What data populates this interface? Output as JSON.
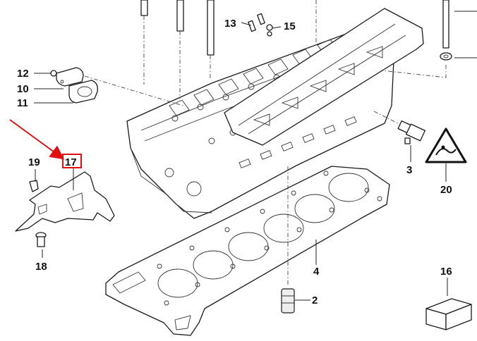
{
  "diagram": {
    "callouts": {
      "c2": "2",
      "c3": "3",
      "c4": "4",
      "c10": "10",
      "c11": "11",
      "c12": "12",
      "c13": "13",
      "c15": "15",
      "c16": "16",
      "c17": "17",
      "c18": "18",
      "c19": "19",
      "c20": "20"
    },
    "highlight": {
      "part": "17",
      "box_color": "#e01010",
      "arrow_color": "#e01010"
    },
    "colors": {
      "line": "#1a1a1a",
      "background": "#ffffff"
    }
  }
}
